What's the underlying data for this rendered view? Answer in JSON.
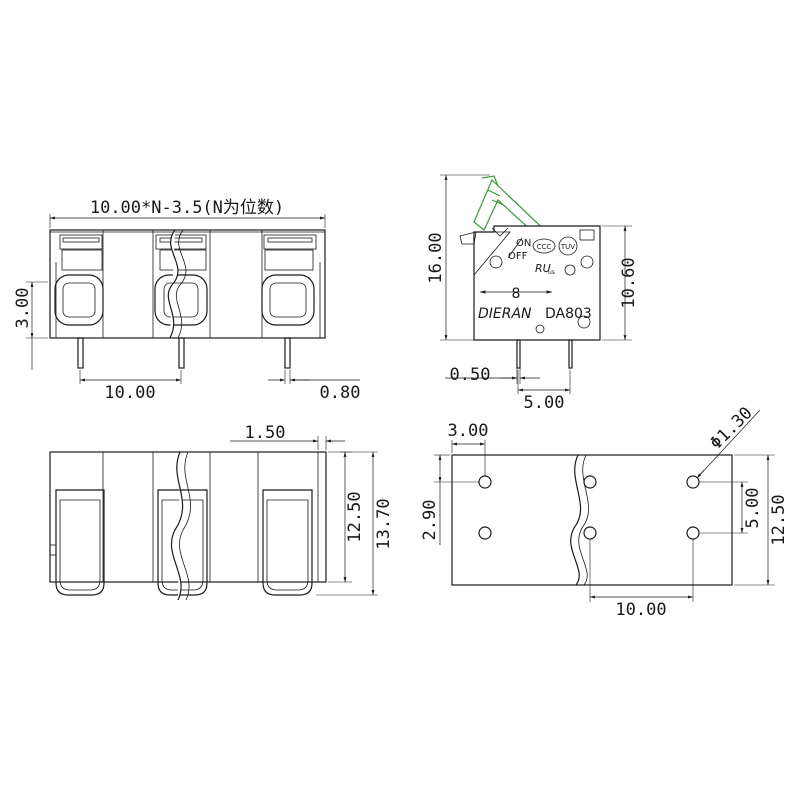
{
  "dimensions": {
    "pitch_formula": "10.00*N-3.5(N为位数)",
    "front_height": "3.00",
    "front_pitch": "10.00",
    "pin_width": "0.80",
    "side_total_height": "16.00",
    "side_body_height": "10.60",
    "pin_thickness": "0.50",
    "pin_spacing": "5.00",
    "bottom_offset": "1.50",
    "bottom_inner_height": "12.50",
    "bottom_total_height": "13.70",
    "pcb_hole_offset": "3.00",
    "pcb_hole_diameter": "Φ1.30",
    "pcb_edge_offset": "2.90",
    "pcb_row_spacing": "5.00",
    "pcb_height": "12.50",
    "pcb_pitch": "10.00"
  },
  "markings": {
    "on": "ON",
    "off": "OFF",
    "ccc": "CCC",
    "tuv": "TUV",
    "ul": "RU",
    "us": "us",
    "wire_gauge": "8",
    "brand": "DIERAN",
    "model": "DA803"
  },
  "colors": {
    "line": "#1a1a1a",
    "lever": "#3a9a3a"
  }
}
